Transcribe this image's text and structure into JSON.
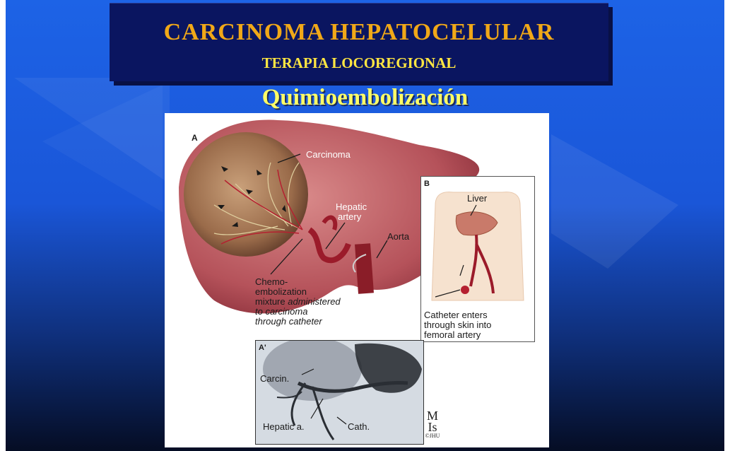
{
  "slide": {
    "title": "CARCINOMA HEPATOCELULAR",
    "subtitle": "TERAPIA LOCOREGIONAL",
    "heading": "Quimioembolización"
  },
  "figure": {
    "panel_a": {
      "letter": "A",
      "labels": {
        "carcinoma": "Carcinoma",
        "hepatic_artery_1": "Hepatic",
        "hepatic_artery_2": "artery",
        "aorta": "Aorta",
        "chemo_1": "Chemo-",
        "chemo_2": "embolization",
        "chemo_3_normal": "mixture ",
        "chemo_3_italic": "administered",
        "chemo_4": "to carcinoma",
        "chemo_5": "through catheter"
      }
    },
    "panel_b": {
      "letter": "B",
      "liver": "Liver",
      "caption_1": "Catheter enters",
      "caption_2": "through skin into",
      "caption_3": "femoral artery"
    },
    "panel_a2": {
      "letter": "A'",
      "carcin": "Carcin.",
      "hepatic_a": "Hepatic a.",
      "cath": "Cath."
    },
    "logo": {
      "line1": "M",
      "line2": "Is",
      "line3": "©JHU"
    }
  }
}
